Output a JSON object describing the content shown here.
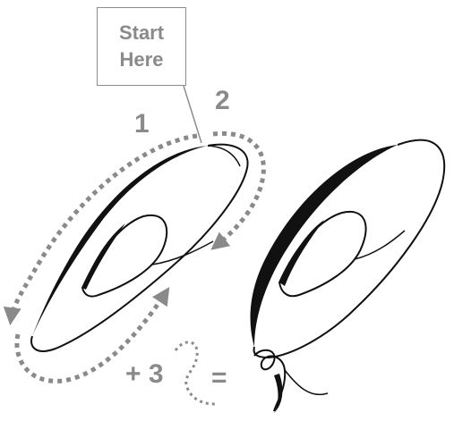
{
  "callout": {
    "line1": "Start",
    "line2": "Here"
  },
  "steps": {
    "one": "1",
    "two": "2",
    "three": "+ 3"
  },
  "equals": "=",
  "colors": {
    "ink": "#111111",
    "guide": "#8a8a8a"
  }
}
